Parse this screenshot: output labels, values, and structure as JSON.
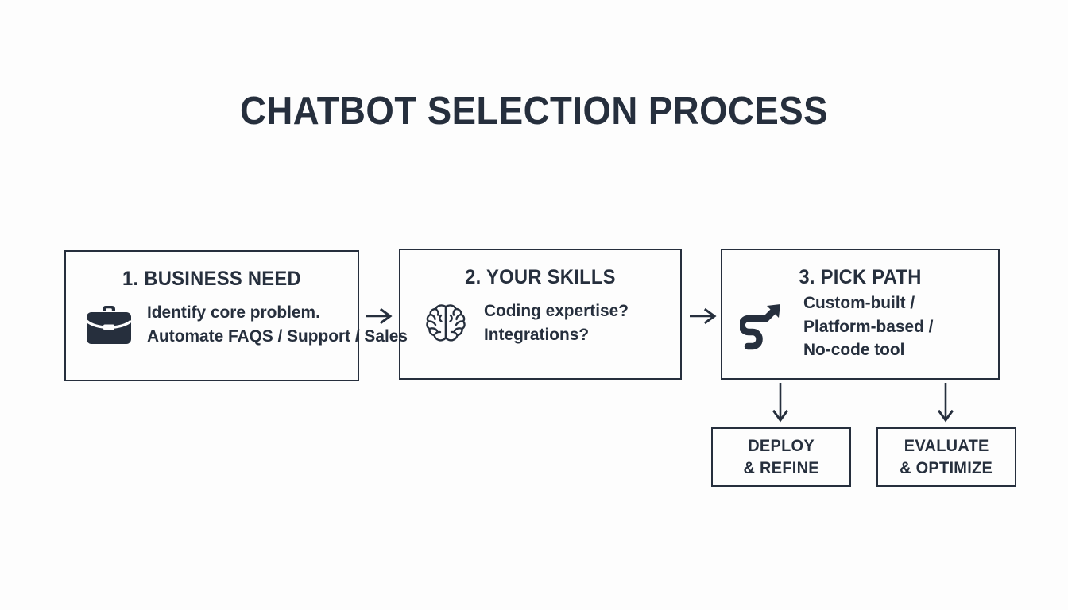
{
  "page": {
    "title": "CHATBOT SELECTION PROCESS",
    "background_color": "#fdfdfd",
    "ink_color": "#262f3d"
  },
  "diagram": {
    "type": "process-flow",
    "stages": [
      {
        "heading": "1. BUSINESS NEED",
        "icon": "briefcase-icon",
        "lines": [
          "Identify core problem.",
          "Automate FAQS / Support / Sales"
        ]
      },
      {
        "heading": "2. YOUR SKILLS",
        "icon": "brain-icon",
        "lines": [
          "Coding expertise?",
          "Integrations?"
        ]
      },
      {
        "heading": "3. PICK PATH",
        "icon": "winding-path-arrow-icon",
        "lines": [
          "Custom-built /",
          "Platform-based /",
          "No-code tool"
        ]
      }
    ],
    "connectors": [
      {
        "name": "arrow-stage1-to-stage2",
        "direction": "right"
      },
      {
        "name": "arrow-stage2-to-stage3",
        "direction": "right"
      },
      {
        "name": "arrow-stage3-to-deploy",
        "direction": "down"
      },
      {
        "name": "arrow-stage3-to-evaluate",
        "direction": "down"
      }
    ],
    "outcomes": [
      {
        "lines": [
          "DEPLOY",
          "& REFINE"
        ]
      },
      {
        "lines": [
          "EVALUATE",
          "& OPTIMIZE"
        ]
      }
    ]
  }
}
